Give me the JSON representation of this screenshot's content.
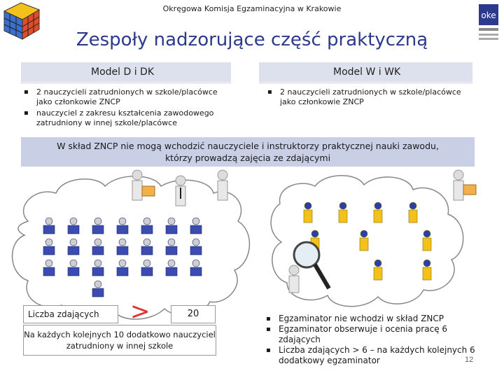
{
  "header": {
    "text": "Okręgowa Komisja Egzaminacyjna w Krakowie"
  },
  "title": "Zespoły nadzorujące część praktyczną",
  "left_model": {
    "heading": "Model D i DK",
    "items": [
      "2 nauczycieli zatrudnionych w szkole/placówce jako członkowie ZNCP",
      "nauczyciel z zakresu kształcenia zawodowego zatrudniony w innej szkole/placówce"
    ]
  },
  "right_model": {
    "heading": "Model W i WK",
    "items": [
      "2 nauczycieli zatrudnionych w szkole/placówce jako członkowie ZNCP"
    ]
  },
  "banner": {
    "line1": "W skład ZNCP nie mogą wchodzić nauczyciele i instruktorzy praktycznej nauki zawodu,",
    "line2": "którzy prowadzą zajęcia ze zdającymi"
  },
  "count": {
    "label": "Liczba zdających",
    "symbol": ">",
    "value": "20"
  },
  "note": "Na każdych kolejnych 10 dodatkowo nauczyciel zatrudniony w innej szkole",
  "examiner": {
    "items": [
      "Egzaminator nie wchodzi w skład ZNCP",
      "Egzaminator obserwuje i ocenia pracę 6 zdających",
      "Liczba zdających > 6 – na każdych kolejnych 6 dodatkowy egzaminator"
    ]
  },
  "page_number": "12",
  "colors": {
    "title": "#2b3a8c",
    "model_bg": "#dde1ee",
    "banner_bg": "#c9d0e6",
    "gt_symbol": "#e03030"
  }
}
